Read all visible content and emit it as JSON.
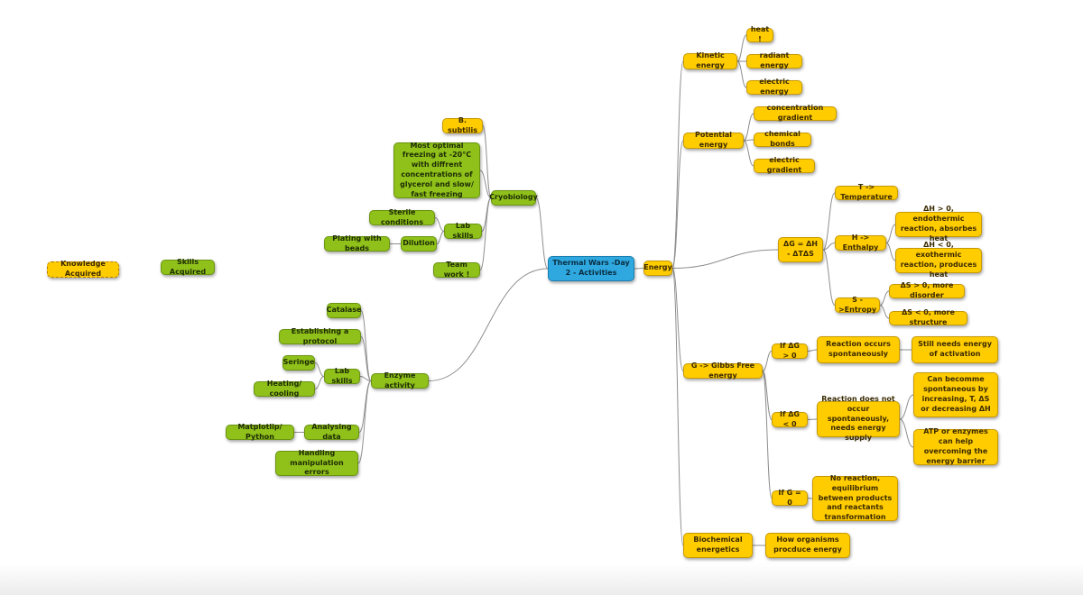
{
  "colors": {
    "yellow": "#ffcc00",
    "green": "#8fc11a",
    "blue": "#2ea8df",
    "link": "#8e8e8e"
  },
  "nodes": {
    "n_know": "Knowledge Acquired",
    "n_skills": "Skills Acquired",
    "n_center": "Thermal Wars -Day 2 - Activities",
    "n_energy": "Energy",
    "n_kinetic": "Kinetic energy",
    "n_heat": "heat !",
    "n_radiant": "radiant energy",
    "n_electric": "electric energy",
    "n_potential": "Potential energy",
    "n_conc": "concentration gradient",
    "n_chem": "chemical bonds",
    "n_elgrad": "electric gradient",
    "n_dg": "ΔG = ΔH - ΔTΔS",
    "n_t": "T -> Temperature",
    "n_h": "H -> Enthalpy",
    "n_dh_pos": "ΔH > 0, endothermic reaction, absorbes heat",
    "n_dh_neg": "ΔH < 0, exothermic reaction, produces heat",
    "n_s": "S ->Entropy",
    "n_ds_pos": "ΔS > 0, more disorder",
    "n_ds_neg": "ΔS < 0, more structure",
    "n_gibbs": "G -> Gibbs Free energy",
    "n_if_pos": "If ΔG > 0",
    "n_occurs": "Reaction occurs spontaneously",
    "n_still": "Still needs energy of activation",
    "n_if_neg": "If ΔG < 0",
    "n_notoccur": "Reaction does not occur spontaneously, needs energy supply",
    "n_become": "Can becomme spontaneous by increasing, T, ΔS or decreasing ΔH",
    "n_atp": "ATP or enzymes can help overcoming the energy barrier",
    "n_if_zero": "If G = 0",
    "n_noreact": "No reaction, equilibrium between products and reactants transformation",
    "n_biochem": "Biochemical energetics",
    "n_how": "How organisms procduce energy",
    "n_cryo": "Cryobiology",
    "n_bsub": "B. subtilis",
    "n_optimal": "Most optimal freezing at -20°C with diffrent concentrations of glycerol and slow/ fast freezing",
    "n_lab1": "Lab skills",
    "n_sterile": "Sterile conditions",
    "n_dilution": "Dilution",
    "n_plating": "Plating with beads",
    "n_team": "Team work !",
    "n_enzyme": "Enzyme activity",
    "n_catalase": "Catalase",
    "n_protocol": "Establishing a protocol",
    "n_lab2": "Lab skills",
    "n_seringe": "Seringe",
    "n_heating": "Heating/ cooling",
    "n_analysing": "Analysing data",
    "n_matplot": "Matplotlip/ Python",
    "n_handling": "Handling manipulation errors"
  }
}
